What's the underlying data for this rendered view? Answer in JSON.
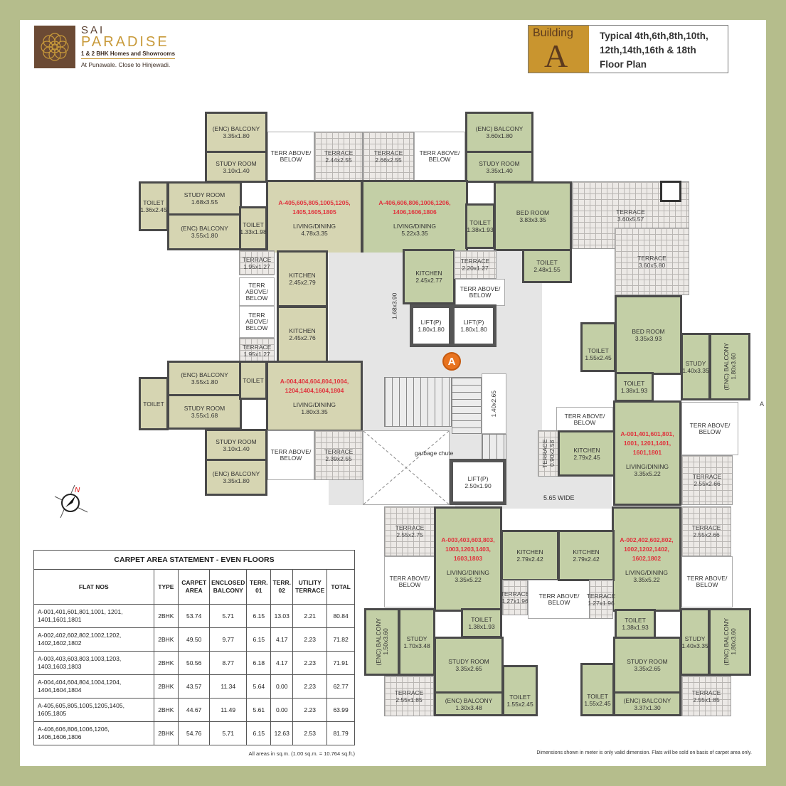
{
  "logo": {
    "name_line1": "SAI",
    "name_line2": "PARADISE",
    "tagline": "1 & 2 BHK Homes and Showrooms",
    "location": "At Punawale. Close to Hinjewadi.",
    "icon": "lotus-mandala-icon"
  },
  "title_box": {
    "badge_label": "Building",
    "badge_letter": "A",
    "line1": "Typical 4th,6th,8th,10th,",
    "line2": "12th,14th,16th & 18th",
    "line3": "Floor Plan",
    "badge_color": "#c9952f"
  },
  "colors": {
    "frame": "#b5bd8c",
    "room_beige": "#d6d5b2",
    "room_green": "#c3cfa6",
    "flat_number": "#e0333d",
    "marker": "#e8731f"
  },
  "plan": {
    "flat_405": {
      "number": "A-405,605,805,1005,1205,",
      "number2": "1405,1605,1805",
      "enc_balcony_top": [
        "(ENC) BALCONY",
        "3.35x1.80"
      ],
      "study_top": [
        "STUDY ROOM",
        "3.10x1.40"
      ],
      "study_left": [
        "STUDY ROOM",
        "1.68x3.55"
      ],
      "enc_balcony_left": [
        "(ENC) BALCONY",
        "3.55x1.80"
      ],
      "toilet_left": [
        "TOILET",
        "1.36x2.45"
      ],
      "toilet_mid": [
        "TOILET",
        "1.33x1.98"
      ],
      "living": [
        "LIVING/DINING",
        "4.78x3.35"
      ],
      "kitchen": [
        "KITCHEN",
        "2.45x2.79"
      ],
      "terrace": [
        "TERRACE",
        "1.95x1.27"
      ],
      "terrace_top": [
        "TERRACE",
        "2.44x2.55"
      ]
    },
    "flat_406": {
      "number": "A-406,606,806,1006,1206,",
      "number2": "1406,1606,1806",
      "enc_balcony": [
        "(ENC) BALCONY",
        "3.60x1.80"
      ],
      "study": [
        "STUDY ROOM",
        "3.35x1.40"
      ],
      "bedroom": [
        "BED ROOM",
        "3.83x3.35"
      ],
      "toilet_mid": [
        "TOILET",
        "1.38x1.93"
      ],
      "toilet_br": [
        "TOILET",
        "2.48x1.55"
      ],
      "living": [
        "LIVING/DINING",
        "5.22x3.35"
      ],
      "kitchen": [
        "KITCHEN",
        "2.45x2.77"
      ],
      "terrace": [
        "TERRACE",
        "2.20x1.27"
      ],
      "terrace_top": [
        "TERRACE",
        "2.66x2.55"
      ],
      "terrace_big1": [
        "TERRACE",
        "3.60x5.57"
      ],
      "terrace_big2": [
        "TERRACE",
        "3.60x5.80"
      ]
    },
    "flat_004": {
      "number": "A-004,404,604,804,1004,",
      "number2": "1204,1404,1604,1804",
      "enc_balcony_left": [
        "(ENC) BALCONY",
        "3.55x1.80"
      ],
      "study_left": [
        "STUDY ROOM",
        "3.55x1.68"
      ],
      "toilet_left": [
        "TOILET"
      ],
      "toilet_mid": [
        "TOILET"
      ],
      "study_bottom": [
        "STUDY ROOM",
        "3.10x1.40"
      ],
      "enc_balcony_bottom": [
        "(ENC) BALCONY",
        "3.35x1.80"
      ],
      "living": [
        "LIVING/DINING",
        "1.80x3.35"
      ],
      "kitchen": [
        "KITCHEN",
        "2.45x2.76"
      ],
      "terrace": [
        "TERRACE",
        "1.95x1.27"
      ],
      "terrace_bottom": [
        "TERRACE",
        "2.39x2.55"
      ]
    },
    "flat_001": {
      "number": "A-001,401,601,801,",
      "number2": "1001, 1201,1401,",
      "number3": "1601,1801",
      "bedroom": [
        "BED ROOM",
        "3.35x3.93"
      ],
      "toilet_bed": [
        "TOILET",
        "1.55x2.45"
      ],
      "toilet_mid": [
        "TOILET",
        "1.38x1.93"
      ],
      "study": [
        "STUDY",
        "1.40x3.35"
      ],
      "enc_balcony": [
        "(ENC) BALCONY",
        "1.80x3.60"
      ],
      "kitchen": [
        "KITCHEN",
        "2.79x2.45"
      ],
      "living": [
        "LIVING/DINING",
        "3.35x5.22"
      ],
      "terrace_side": [
        "TERRACE",
        "0.90x2.58"
      ],
      "terrace": [
        "TERRACE",
        "2.55x2.66"
      ]
    },
    "flat_003": {
      "number": "A-003,403,603,803,",
      "number2": "1003,1203,1403,",
      "number3": "1603,1803",
      "living": [
        "LIVING/DINING",
        "3.35x5.22"
      ],
      "kitchen": [
        "KITCHEN",
        "2.79x2.42"
      ],
      "terrace_top": [
        "TERRACE",
        "2.55x2.75"
      ],
      "terrace_small": [
        "TERRACE",
        "1.27x1.96"
      ],
      "toilet_mid": [
        "TOILET",
        "1.38x1.93"
      ],
      "enc_balcony_side": [
        "(ENC) BALCONY",
        "1.50x3.60"
      ],
      "study": [
        "STUDY",
        "1.70x3.48"
      ],
      "study_room": [
        "STUDY ROOM",
        "3.35x2.65"
      ],
      "enc_balcony": [
        "(ENC) BALCONY",
        "1.30x3.48"
      ],
      "toilet": [
        "TOILET",
        "1.55x2.45"
      ],
      "terrace_bottom": [
        "TERRACE",
        "2.55x1.85"
      ]
    },
    "flat_002": {
      "number": "A-002,402,602,802,",
      "number2": "1002,1202,1402,",
      "number3": "1602,1802",
      "living": [
        "LIVING/DINING",
        "3.35x5.22"
      ],
      "kitchen": [
        "KITCHEN",
        "2.79x2.42"
      ],
      "terrace_top": [
        "TERRACE",
        "2.55x2.66"
      ],
      "terrace_small": [
        "TERRACE",
        "1.27x1.96"
      ],
      "toilet_mid": [
        "TOILET",
        "1.38x1.93"
      ],
      "study": [
        "STUDY",
        "1.40x3.35"
      ],
      "enc_balcony_side": [
        "(ENC) BALCONY",
        "1.80x3.60"
      ],
      "study_room": [
        "STUDY ROOM",
        "3.35x2.65"
      ],
      "enc_balcony": [
        "(ENC) BALCONY",
        "3.37x1.30"
      ],
      "toilet": [
        "TOILET",
        "1.55x2.45"
      ],
      "terrace_bottom": [
        "TERRACE",
        "2.55x1.85"
      ]
    },
    "terr_above": [
      "TERR ABOVE/",
      "BELOW"
    ],
    "core": {
      "lift1": [
        "LIFT(P)",
        "1.80x1.80"
      ],
      "lift2": [
        "LIFT(P)",
        "1.80x1.80"
      ],
      "lift3": [
        "LIFT(P)",
        "2.50x1.90"
      ],
      "shaft1": "1.40x2.65",
      "shaft2": "1.68x3.90",
      "garbage": "garbage chute",
      "marker": "A",
      "corridor": "5.65 WIDE",
      "side_marker": "A"
    },
    "compass_label": "N"
  },
  "table": {
    "caption": "CARPET AREA STATEMENT - EVEN FLOORS",
    "headers": [
      "FLAT NOS",
      "TYPE",
      "CARPET AREA",
      "ENCLOSED BALCONY",
      "TERR. 01",
      "TERR. 02",
      "UTILITY TERRACE",
      "TOTAL"
    ],
    "rows": [
      {
        "flat": "A-001,401,601,801,1001, 1201, 1401,1601,1801",
        "type": "2BHK",
        "carpet": "53.74",
        "enc": "5.71",
        "t1": "6.15",
        "t2": "13.03",
        "util": "2.21",
        "total": "80.84"
      },
      {
        "flat": "A-002,402,602,802,1002,1202, 1402,1602,1802",
        "type": "2BHK",
        "carpet": "49.50",
        "enc": "9.77",
        "t1": "6.15",
        "t2": "4.17",
        "util": "2.23",
        "total": "71.82"
      },
      {
        "flat": "A-003,403,603,803,1003,1203, 1403,1603,1803",
        "type": "2BHK",
        "carpet": "50.56",
        "enc": "8.77",
        "t1": "6.18",
        "t2": "4.17",
        "util": "2.23",
        "total": "71.91"
      },
      {
        "flat": "A-004,404,604,804,1004,1204, 1404,1604,1804",
        "type": "2BHK",
        "carpet": "43.57",
        "enc": "11.34",
        "t1": "5.64",
        "t2": "0.00",
        "util": "2.23",
        "total": "62.77"
      },
      {
        "flat": "A-405,605,805,1005,1205,1405, 1605,1805",
        "type": "2BHK",
        "carpet": "44.67",
        "enc": "11.49",
        "t1": "5.61",
        "t2": "0.00",
        "util": "2.23",
        "total": "63.99"
      },
      {
        "flat": "A-406,606,806,1006,1206, 1406,1606,1806",
        "type": "2BHK",
        "carpet": "54.76",
        "enc": "5.71",
        "t1": "6.15",
        "t2": "12.63",
        "util": "2.53",
        "total": "81.79"
      }
    ],
    "note": "All areas in sq.m. (1.00 sq.m. = 10.764 sq.ft.)"
  },
  "disclaimer": "Dimensions shown in meter is only valid dimension. Flats will be sold on basis of carpet area only."
}
